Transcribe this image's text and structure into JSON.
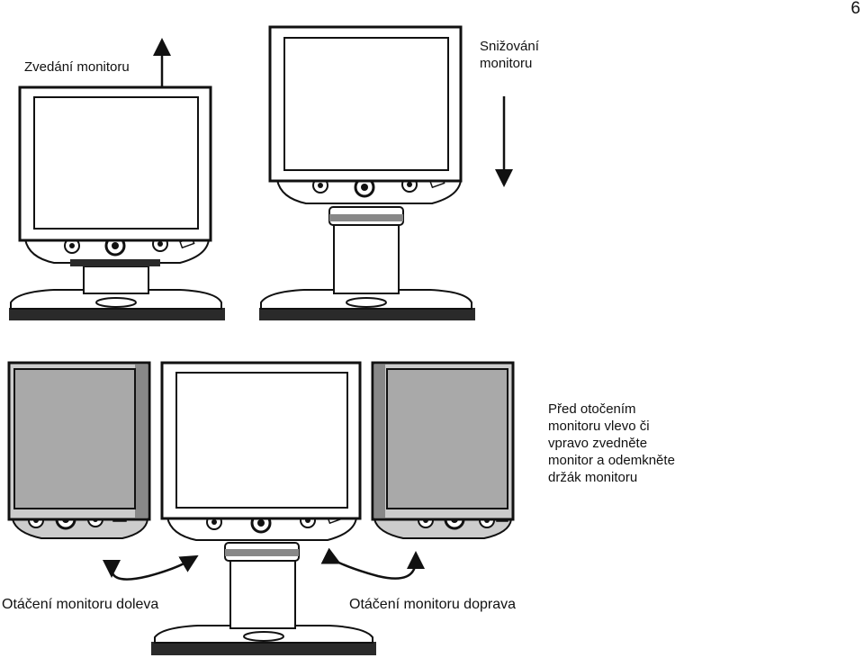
{
  "page_number": "6",
  "labels": {
    "raise": "Zvedání monitoru",
    "lower": "Snižování\nmonitoru",
    "note": "Před otočením\nmonitoru vlevo či\nvpravo zvedněte\nmonitor a odemkněte\ndržák monitoru",
    "rotate_left": "Otáčení monitoru doleva",
    "rotate_right": "Otáčení monitoru doprava"
  },
  "colors": {
    "outline": "#111111",
    "screen_rotated": "#a9a9a9",
    "base_dark": "#2a2a2a"
  }
}
